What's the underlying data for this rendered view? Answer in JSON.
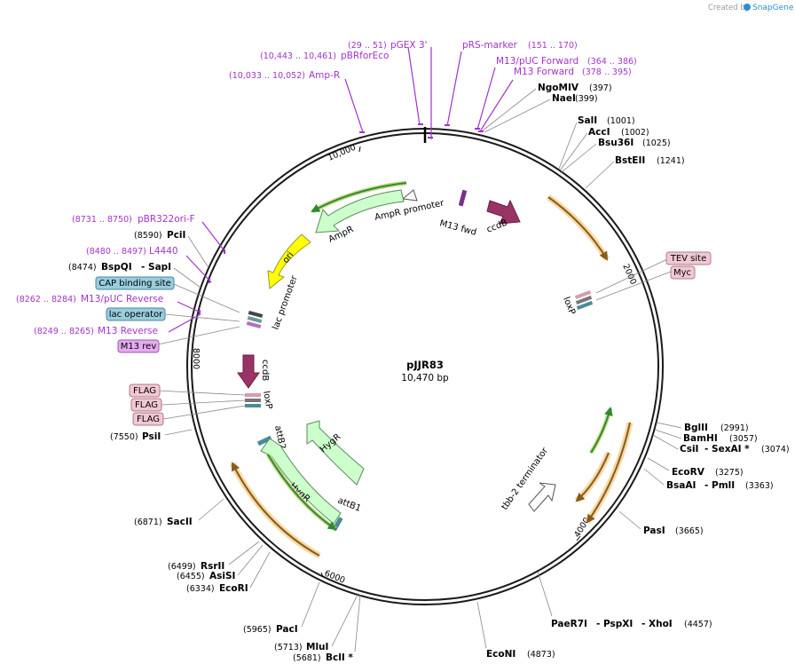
{
  "credit": {
    "created_by": "Created by",
    "brand": "SnapGene"
  },
  "plasmid": {
    "name": "pJJR83",
    "length": "10,470 bp"
  },
  "ticks": [
    "10,000",
    "2000",
    "4000",
    "6000",
    "8000"
  ],
  "primers": [
    {
      "name": "pGEX 3'",
      "pos": "(29 .. 51)"
    },
    {
      "name": "pBRforEco",
      "pos": "(10,443 .. 10,461)"
    },
    {
      "name": "Amp-R",
      "pos": "(10,033 .. 10,052)"
    },
    {
      "name": "pRS-marker",
      "pos": "(151 .. 170)"
    },
    {
      "name": "M13/pUC Forward",
      "pos": "(364 .. 386)"
    },
    {
      "name": "M13 Forward",
      "pos": "(378 .. 395)"
    },
    {
      "name": "pBR322ori-F",
      "pos": "(8731 .. 8750)"
    },
    {
      "name": "L4440",
      "pos": "(8480 .. 8497)"
    },
    {
      "name": "M13/pUC Reverse",
      "pos": "(8262 .. 8284)"
    },
    {
      "name": "M13 Reverse",
      "pos": "(8249 .. 8265)"
    }
  ],
  "sites_right": [
    {
      "name": "NgoMIV",
      "pos": "(397)"
    },
    {
      "name": "NaeI",
      "pos": "(399)"
    },
    {
      "name": "SalI",
      "pos": "(1001)"
    },
    {
      "name": "AccI",
      "pos": "(1002)"
    },
    {
      "name": "Bsu36I",
      "pos": "(1025)"
    },
    {
      "name": "BstEII",
      "pos": "(1241)"
    },
    {
      "name": "BglII",
      "pos": "(2991)"
    },
    {
      "name": "BamHI",
      "pos": "(3057)"
    },
    {
      "name": "CsiI",
      "extra": "- SexAI *",
      "pos": "(3074)"
    },
    {
      "name": "EcoRV",
      "pos": "(3275)"
    },
    {
      "name": "BsaAI",
      "extra": "- PmlI",
      "pos": "(3363)"
    },
    {
      "name": "PasI",
      "pos": "(3665)"
    },
    {
      "name": "PaeR7I",
      "extra": "- PspXI",
      "extra2": "- XhoI",
      "pos": "(4457)"
    },
    {
      "name": "EcoNI",
      "pos": "(4873)"
    }
  ],
  "sites_left": [
    {
      "name": "PciI",
      "pos": "(8590)"
    },
    {
      "name": "BspQI",
      "extra": "- SapI",
      "pos": "(8474)"
    },
    {
      "name": "PsiI",
      "pos": "(7550)"
    },
    {
      "name": "SacII",
      "pos": "(6871)"
    },
    {
      "name": "RsrII",
      "pos": "(6499)"
    },
    {
      "name": "AsiSI",
      "pos": "(6455)"
    },
    {
      "name": "EcoRI",
      "pos": "(6334)"
    },
    {
      "name": "PacI",
      "pos": "(5965)"
    },
    {
      "name": "MluI",
      "pos": "(5713)"
    },
    {
      "name": "BclI *",
      "pos": "(5681)"
    }
  ],
  "boxes": {
    "tev": "TEV site",
    "myc": "Myc",
    "cap": "CAP binding site",
    "lacop": "lac operator",
    "m13rev": "M13 rev",
    "flag": "FLAG"
  },
  "features": {
    "ampr_promoter": "AmpR promoter",
    "ampr": "AmpR",
    "m13fwd": "M13 fwd",
    "ccdb": "ccdB",
    "ori": "ori",
    "lac_promoter": "lac promoter",
    "loxp": "loxP",
    "attb2": "attB2",
    "attb1": "attB1",
    "hygr": "HygR",
    "tbb2": "tbb-2 terminator"
  },
  "colors": {
    "primer": "#a233cc",
    "ampr_fill": "#ccffcc",
    "ccdb_fill": "#993366",
    "ori_fill": "#ffff00",
    "orf_line": "#2f8a2f",
    "orf_halo": "#f5d9a3",
    "box_pink": "#f0c8d4",
    "box_teal": "#99ccdd",
    "box_purple": "#e6aaf0",
    "backbone": "#1a1a1a"
  }
}
